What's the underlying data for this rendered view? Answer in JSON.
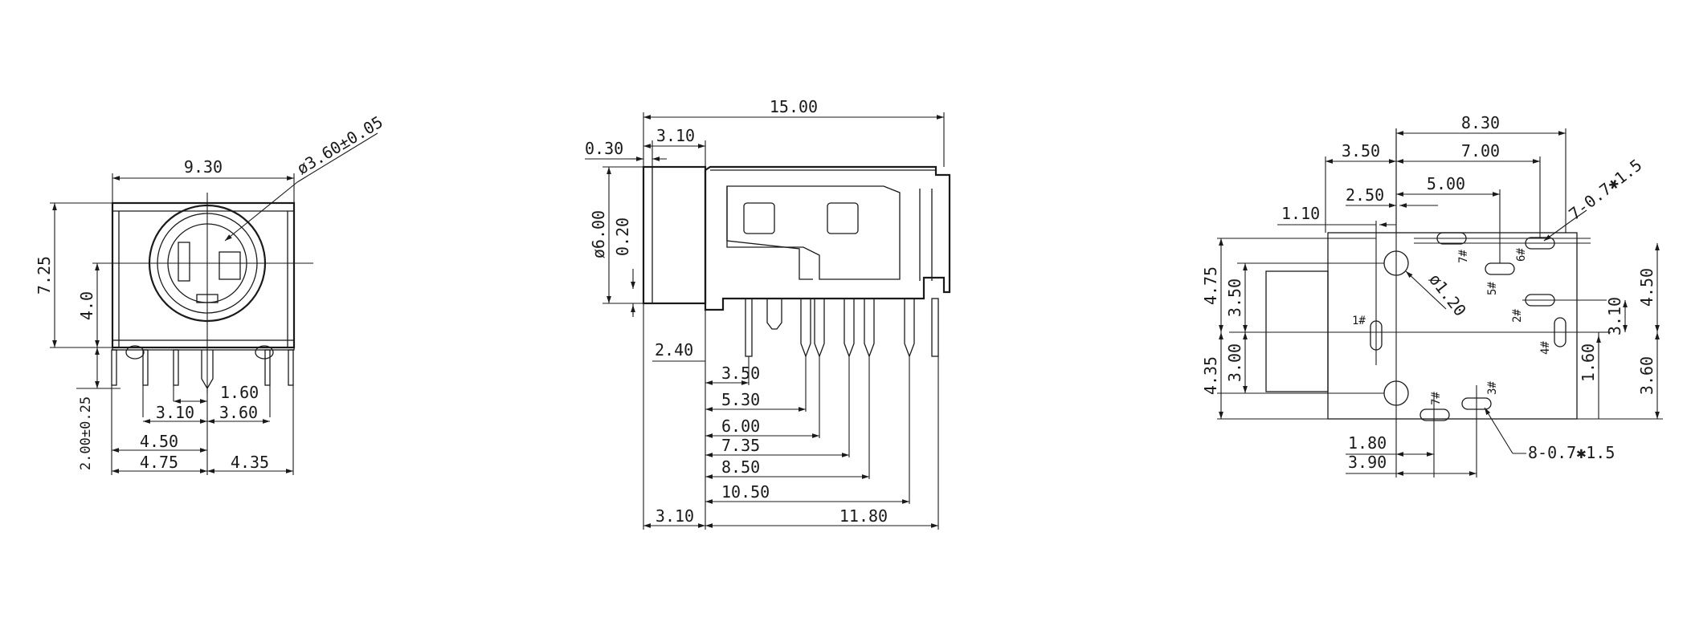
{
  "front_view": {
    "width": "9.30",
    "bore": "ø3.60±0.05",
    "height": "7.25",
    "center_height": "4.0",
    "pin_length": "2.00±0.25",
    "dims": [
      "1.60",
      "3.10",
      "3.60",
      "4.50",
      "4.75",
      "4.35"
    ]
  },
  "side_view": {
    "length": "15.00",
    "nose": "3.10",
    "lip": "0.30",
    "diameter": "ø6.00",
    "gap": "0.20",
    "first_pin": "2.40",
    "pin_dims": [
      "3.50",
      "5.30",
      "6.00",
      "7.35",
      "8.50",
      "10.50"
    ],
    "bottom_left": "3.10",
    "bottom_right": "11.80"
  },
  "pcb_view": {
    "top_dims": [
      "8.30",
      "7.00",
      "5.00"
    ],
    "left_dims": [
      "3.50",
      "2.50",
      "1.10"
    ],
    "left_side": [
      "4.75",
      "3.50",
      "3.00",
      "4.35"
    ],
    "right_side": [
      "4.50",
      "3.10",
      "1.60",
      "3.60"
    ],
    "bottom_dims": [
      "1.80",
      "3.90"
    ],
    "hole": "ø1.20",
    "slot_note_a": "7-0.7✱1.5",
    "slot_note_b": "8-0.7✱1.5",
    "pins": [
      "1#",
      "2#",
      "3#",
      "4#",
      "5#",
      "6#",
      "7#",
      "7#"
    ]
  }
}
